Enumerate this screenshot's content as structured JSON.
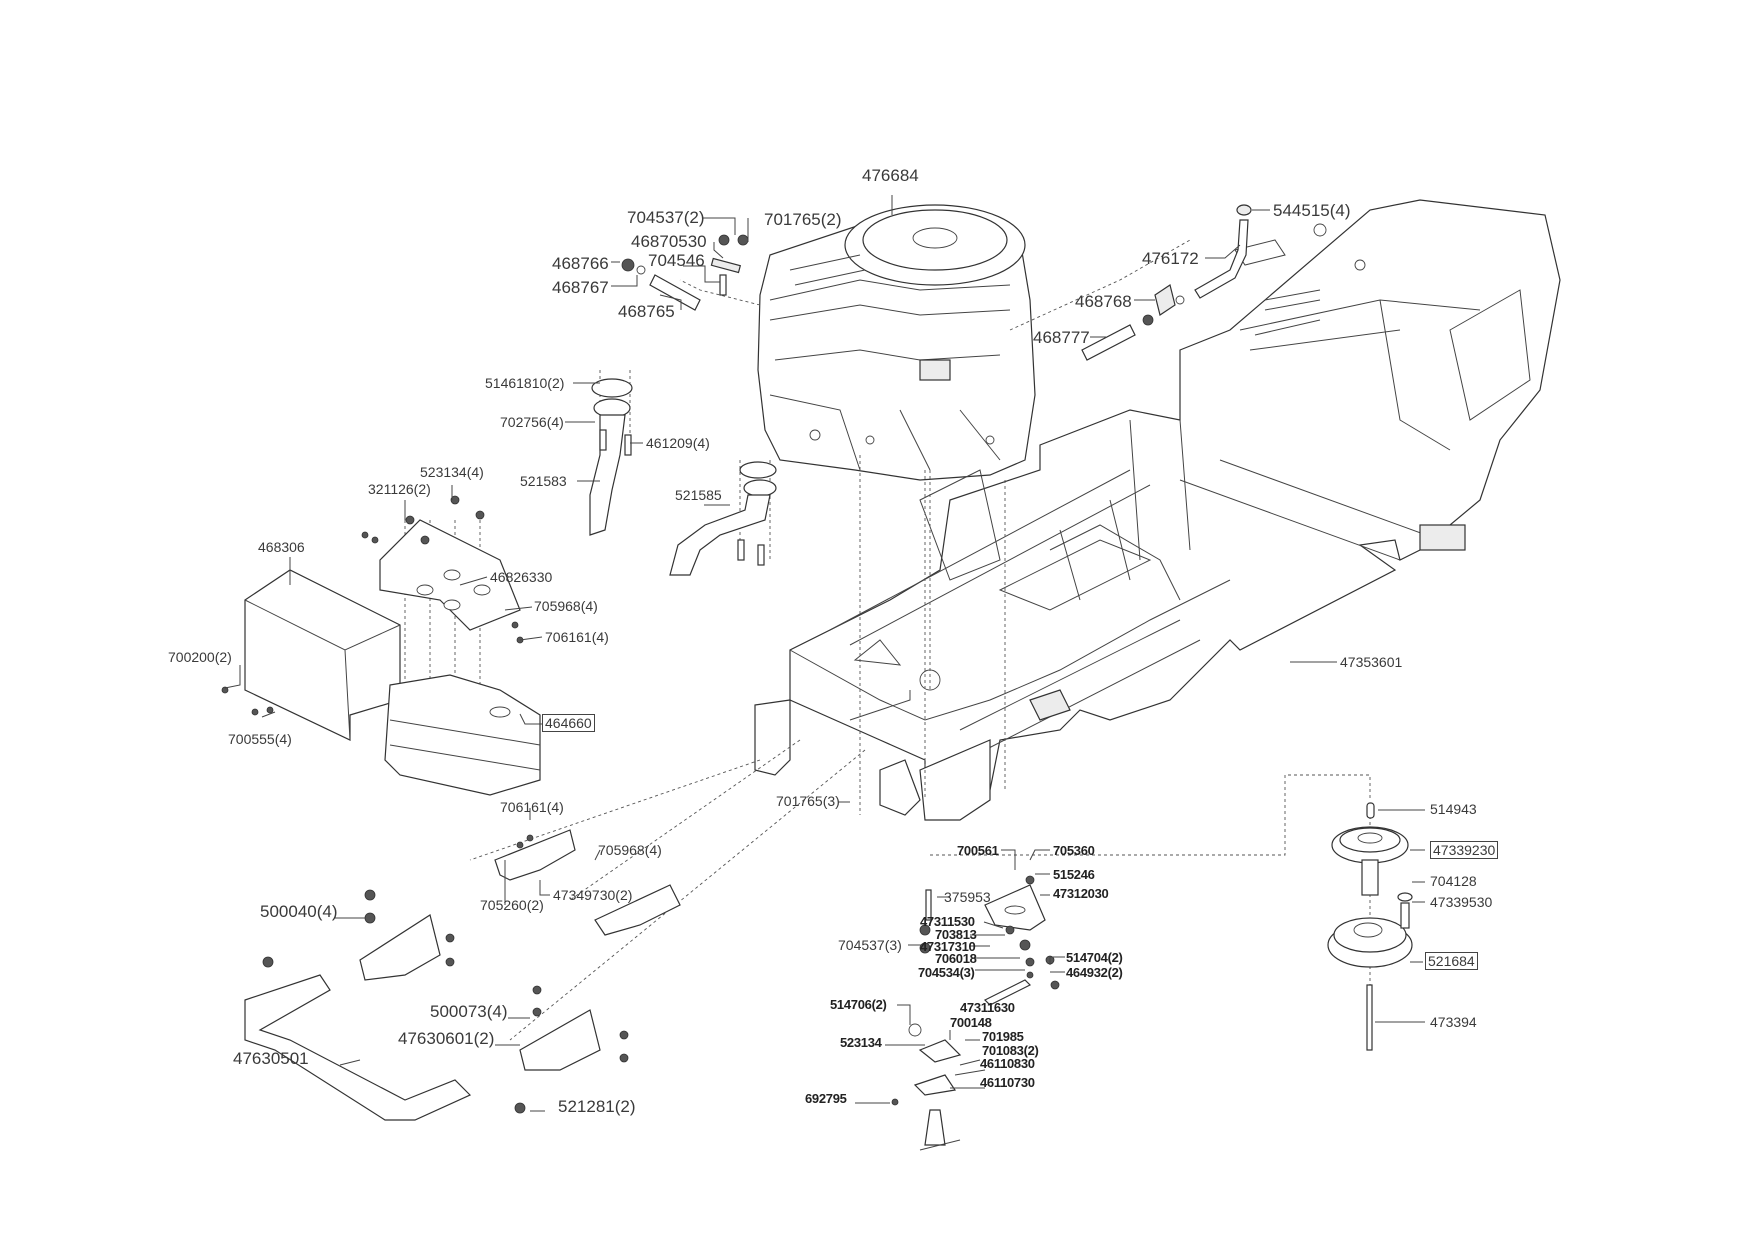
{
  "diagram": {
    "type": "exploded-parts-diagram",
    "subject": "lawn tractor engine, frame and clutch assembly",
    "labels": [
      {
        "id": "engine",
        "text": "476684"
      },
      {
        "id": "engine-nut",
        "text": "704537(2)"
      },
      {
        "id": "engine-washer",
        "text": "701765(2)"
      },
      {
        "id": "bracket-plate",
        "text": "46870530"
      },
      {
        "id": "engine-bolt",
        "text": "704546"
      },
      {
        "id": "fuel-fitting-a",
        "text": "468766"
      },
      {
        "id": "fuel-clamp-a",
        "text": "468767"
      },
      {
        "id": "fuel-hose-a",
        "text": "468765"
      },
      {
        "id": "tank-cap",
        "text": "544515(4)"
      },
      {
        "id": "fuel-hose-tank",
        "text": "476172"
      },
      {
        "id": "fuel-valve",
        "text": "468768"
      },
      {
        "id": "fuel-hose-b",
        "text": "468777"
      },
      {
        "id": "exhaust-gasket",
        "text": "51461810(2)"
      },
      {
        "id": "exhaust-bolt",
        "text": "702756(4)"
      },
      {
        "id": "exhaust-nut",
        "text": "461209(4)"
      },
      {
        "id": "exhaust-pipe-left",
        "text": "521583"
      },
      {
        "id": "exhaust-pipe-right",
        "text": "521585"
      },
      {
        "id": "muffler-screw",
        "text": "523134(4)"
      },
      {
        "id": "muffler-clip",
        "text": "321126(2)"
      },
      {
        "id": "heat-shield",
        "text": "468306"
      },
      {
        "id": "muffler-bracket",
        "text": "46826330"
      },
      {
        "id": "bracket-bolt",
        "text": "705968(4)"
      },
      {
        "id": "bracket-nut",
        "text": "706161(4)"
      },
      {
        "id": "shield-screw",
        "text": "700200(2)"
      },
      {
        "id": "shield-washer",
        "text": "700555(4)"
      },
      {
        "id": "muffler",
        "text": "464660",
        "boxed": true
      },
      {
        "id": "frame",
        "text": "47353601"
      },
      {
        "id": "frame-washer",
        "text": "701765(3)"
      },
      {
        "id": "front-nut",
        "text": "706161(4)"
      },
      {
        "id": "front-bolt",
        "text": "705968(4)"
      },
      {
        "id": "front-pin",
        "text": "705260(2)"
      },
      {
        "id": "front-bracket",
        "text": "47349730(2)"
      },
      {
        "id": "bumper-bolt",
        "text": "500040(4)"
      },
      {
        "id": "bumper-nut",
        "text": "500073(4)"
      },
      {
        "id": "bumper-bracket",
        "text": "47630601(2)"
      },
      {
        "id": "bumper",
        "text": "47630501"
      },
      {
        "id": "bumper-screw",
        "text": "521281(2)"
      },
      {
        "id": "lever-bolt",
        "text": "700561",
        "bold": true
      },
      {
        "id": "lever-screw",
        "text": "705360",
        "bold": true
      },
      {
        "id": "lever-washer",
        "text": "515246",
        "bold": true
      },
      {
        "id": "lever-plate",
        "text": "47312030",
        "bold": true
      },
      {
        "id": "lever-pin",
        "text": "375953"
      },
      {
        "id": "lever-spacer",
        "text": "47311530",
        "bold": true
      },
      {
        "id": "lever-washer-b",
        "text": "703813",
        "bold": true
      },
      {
        "id": "lever-nut-a",
        "text": "704537(3)"
      },
      {
        "id": "lever-bushing",
        "text": "47317310",
        "bold": true
      },
      {
        "id": "lever-washer-c",
        "text": "706018",
        "bold": true
      },
      {
        "id": "lever-nut-b",
        "text": "704534(3)",
        "bold": true
      },
      {
        "id": "ball-joint",
        "text": "514704(2)",
        "bold": true
      },
      {
        "id": "ball-nut",
        "text": "464932(2)",
        "bold": true
      },
      {
        "id": "ball-joint-b",
        "text": "514706(2)",
        "bold": true
      },
      {
        "id": "rod",
        "text": "47311630",
        "bold": true
      },
      {
        "id": "lower-screw",
        "text": "523134",
        "bold": true
      },
      {
        "id": "lower-washer",
        "text": "700148",
        "bold": true
      },
      {
        "id": "lower-pin",
        "text": "701985",
        "bold": true
      },
      {
        "id": "lower-washer-b",
        "text": "701083(2)",
        "bold": true
      },
      {
        "id": "lower-plate-a",
        "text": "46110830",
        "bold": true
      },
      {
        "id": "lower-plate-b",
        "text": "46110730",
        "bold": true
      },
      {
        "id": "lower-nut",
        "text": "692795",
        "bold": true
      },
      {
        "id": "key",
        "text": "514943"
      },
      {
        "id": "pulley",
        "text": "47339230",
        "boxed": true
      },
      {
        "id": "clutch-bolt",
        "text": "704128"
      },
      {
        "id": "clutch-spacer",
        "text": "47339530"
      },
      {
        "id": "pto-clutch",
        "text": "521684",
        "boxed": true
      },
      {
        "id": "clutch-main-bolt",
        "text": "473394"
      }
    ]
  }
}
